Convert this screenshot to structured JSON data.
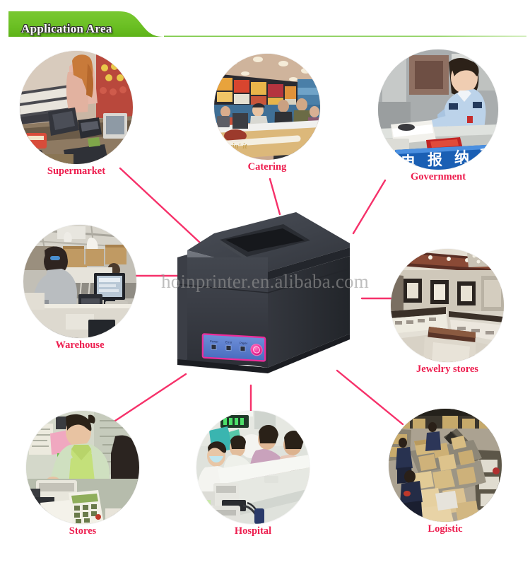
{
  "header": {
    "title": "Application Area",
    "banner_color": "#6cc024",
    "banner_line_color": "#7ac943"
  },
  "watermark": {
    "text": "hoinprinter.en.alibaba.com"
  },
  "theme": {
    "label_color": "#ed1d4e",
    "connector_color": "#f6316a",
    "background": "#ffffff"
  },
  "product": {
    "name": "thermal-receipt-printer",
    "body_color": "#3c3f46",
    "panel_color": "#5a7fd0",
    "panel_border_color": "#ec2d9b",
    "indicators": [
      {
        "label": "Power"
      },
      {
        "label": "Error"
      },
      {
        "label": "Paper"
      }
    ],
    "feed_button": "power-feed-button"
  },
  "nodes": [
    {
      "id": "supermarket",
      "label": "Supermarket",
      "scene": "supermarket"
    },
    {
      "id": "catering",
      "label": "Catering",
      "scene": "catering"
    },
    {
      "id": "government",
      "label": "Government",
      "scene": "government"
    },
    {
      "id": "warehouse",
      "label": "Warehouse",
      "scene": "warehouse"
    },
    {
      "id": "jewelry-stores",
      "label": "Jewelry stores",
      "scene": "jewelry"
    },
    {
      "id": "stores",
      "label": "Stores",
      "scene": "stores"
    },
    {
      "id": "hospital",
      "label": "Hospital",
      "scene": "hospital"
    },
    {
      "id": "logistic",
      "label": "Logistic",
      "scene": "logistic"
    }
  ]
}
